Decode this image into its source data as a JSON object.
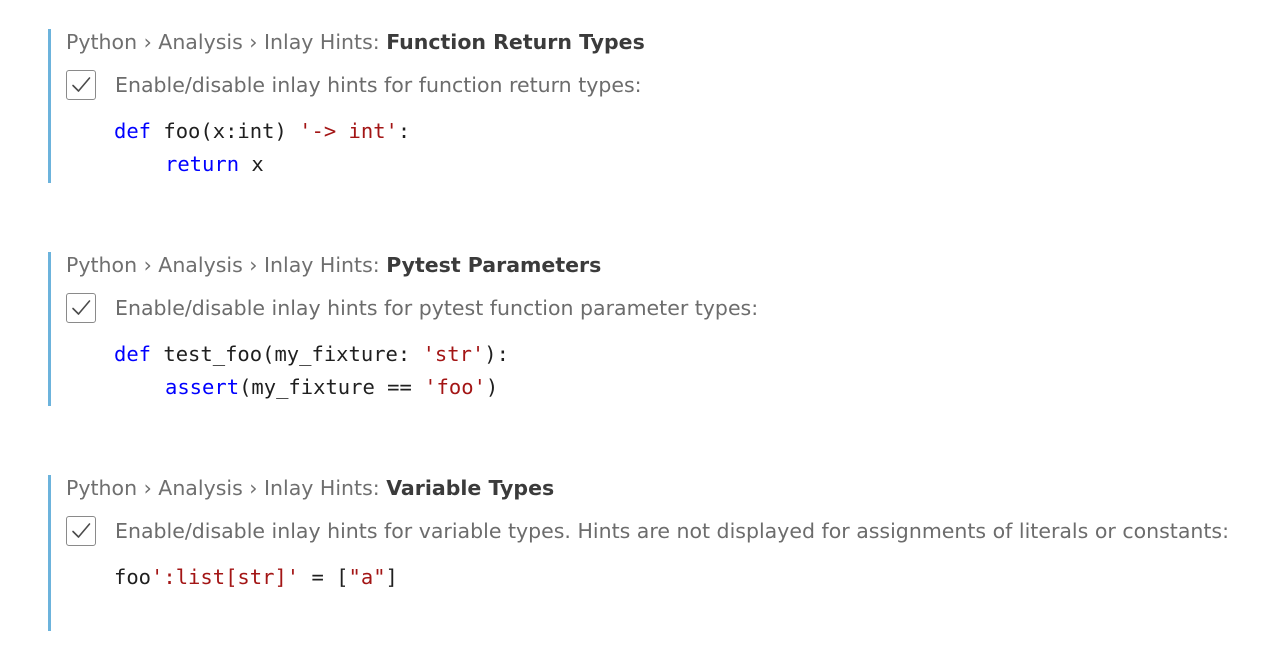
{
  "settings": [
    {
      "category": "Python › Analysis › Inlay Hints: ",
      "name": "Function Return Types",
      "checked": true,
      "description": "Enable/disable inlay hints for function return types:",
      "code": {
        "line1": {
          "kw": "def",
          "plain1": " foo(x:int) ",
          "hint": "'-> int'",
          "plain2": ":"
        },
        "line2": {
          "kw": "return",
          "plain": " x"
        }
      }
    },
    {
      "category": "Python › Analysis › Inlay Hints: ",
      "name": "Pytest Parameters",
      "checked": true,
      "description": "Enable/disable inlay hints for pytest function parameter types:",
      "code": {
        "line1": {
          "kw": "def",
          "plain1": " test_foo(my_fixture: ",
          "hint": "'str'",
          "plain2": "):"
        },
        "line2": {
          "kw": "assert",
          "plain1": "(my_fixture == ",
          "str": "'foo'",
          "plain2": ")"
        }
      }
    },
    {
      "category": "Python › Analysis › Inlay Hints: ",
      "name": "Variable Types",
      "checked": true,
      "description": "Enable/disable inlay hints for variable types. Hints are not displayed for assignments of literals or constants:",
      "code": {
        "line1": {
          "plain1": "foo",
          "hint": "':list[str]'",
          "plain2": " = [",
          "str": "\"a\"",
          "plain3": "]"
        }
      }
    }
  ],
  "colors": {
    "accent_border": "#6cb3dc",
    "keyword": "#0000ff",
    "string": "#a31515"
  },
  "icons": {
    "checkbox": "check-icon"
  }
}
